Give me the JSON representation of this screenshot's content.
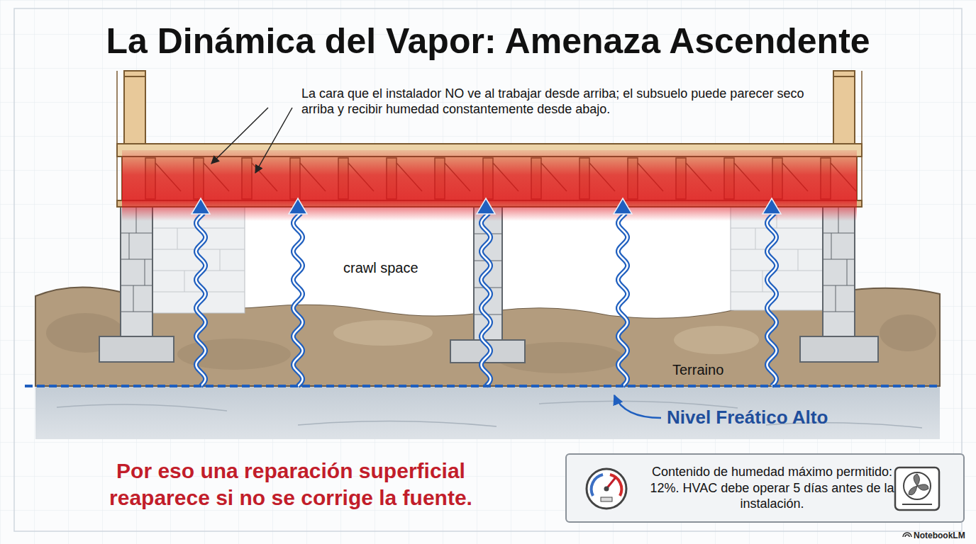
{
  "diagram": {
    "title": "La Dinámica del Vapor: Amenaza Ascendente",
    "caption": "Por eso una reparación superficial reaparece si no se corrige la fuente.",
    "nodes": [
      {
        "text": [
          "Contenido de humedad máximo permitido: 12%. HVAC debe operar 5 días antes de la instalación."
        ]
      }
    ],
    "labels": [
      "La cara que el instalador NO ve al trabajar desde arriba; el subsuelo puede parecer seco arriba y recibir humedad constantemente desde abajo.",
      "crawl space",
      "Terraino",
      "Nivel Freático Alto",
      "NotebookLM"
    ]
  }
}
